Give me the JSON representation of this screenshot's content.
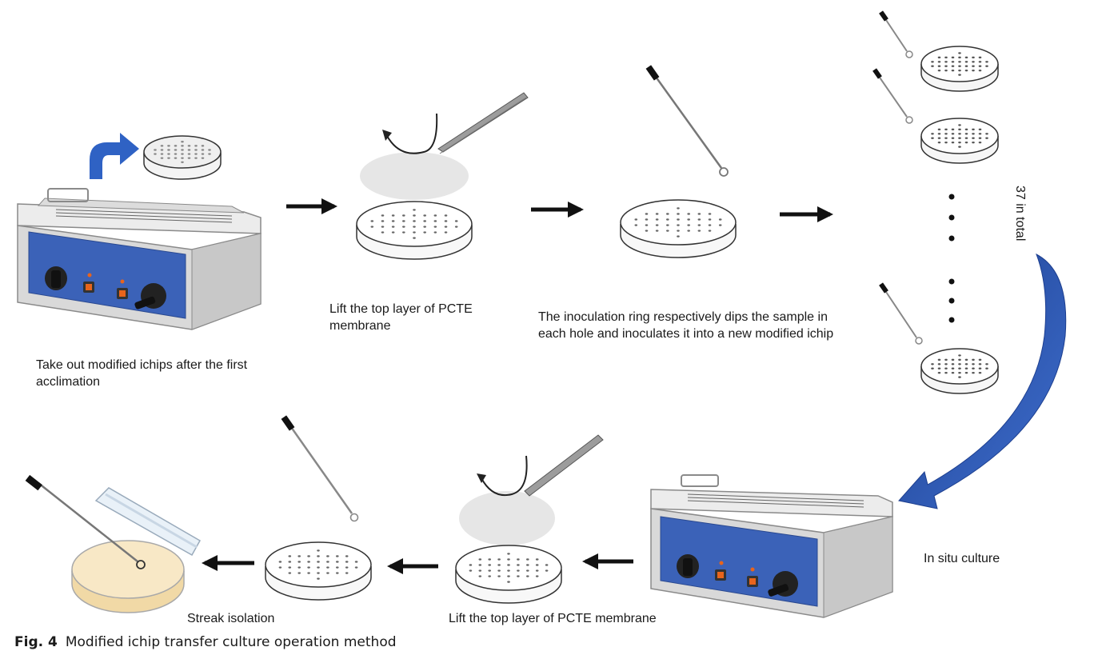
{
  "labels": {
    "take_out_line1": "Take out  modified ichips after the first",
    "take_out_line2": "acclimation",
    "lift_top_line1": "Lift the top layer of PCTE",
    "lift_top_line2": "membrane",
    "inoculation_line1": "The inoculation ring respectively dips the sample in",
    "inoculation_line2": "each hole and inoculates it into a new modified ichip",
    "total_count": "37 in total",
    "in_situ": "In situ culture",
    "lift_top_bottom": "Lift the top layer of PCTE membrane",
    "streak": "Streak isolation"
  },
  "caption": {
    "fig_label": "Fig. 4",
    "text": "Modified ichip transfer culture operation method"
  },
  "colors": {
    "bath_panel": "#3b62b8",
    "bath_body": "#d8d8d8",
    "curved_arrow": "#2f5bb3",
    "arrow_black": "#111111",
    "knob_orange": "#e8641c",
    "agar": "#f6e3b8"
  }
}
